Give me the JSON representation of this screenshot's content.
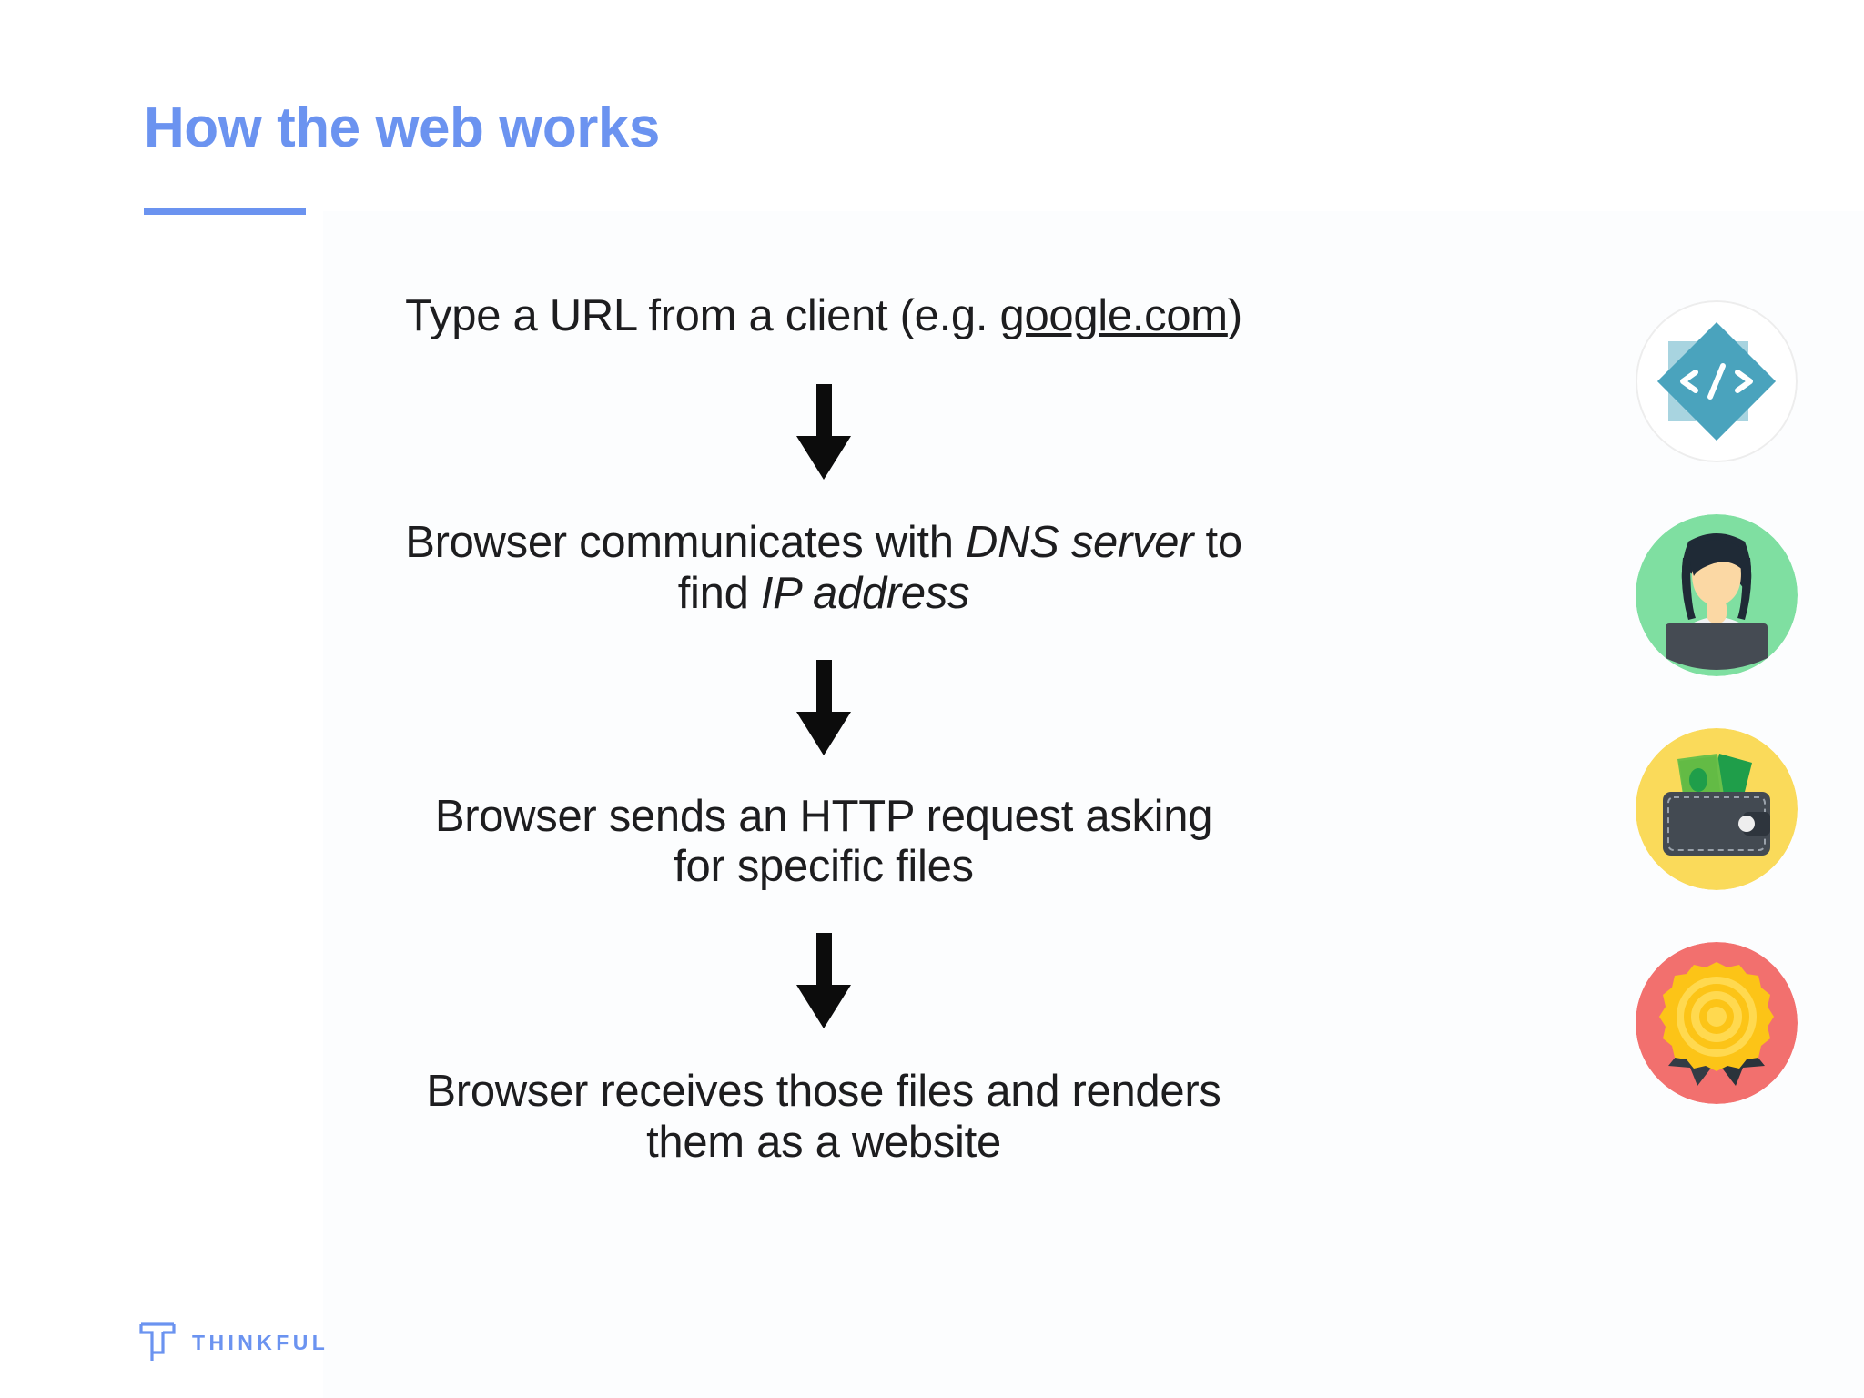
{
  "slide": {
    "title": "How the web works",
    "accent_color": "#6b93f0",
    "background_color": "#ffffff",
    "text_color": "#1d1d1f"
  },
  "flow": {
    "steps": [
      {
        "id": "step-type-url",
        "line1_pre": "Type a URL from a client (e.g. ",
        "line1_link": "google.com",
        "line1_post": ")",
        "line2": ""
      },
      {
        "id": "step-dns-lookup",
        "line1_pre": "Browser communicates with ",
        "line1_em": "DNS server",
        "line1_post": " to",
        "line2_pre": "find ",
        "line2_em": "IP address",
        "line2_post": ""
      },
      {
        "id": "step-http-request",
        "line1": "Browser sends an HTTP request asking",
        "line2": "for specific files"
      },
      {
        "id": "step-render",
        "line1": "Browser receives those files and renders",
        "line2": "them as a website"
      }
    ],
    "connector_icon": "down-arrow-icon"
  },
  "icons": [
    {
      "name": "code-brackets-icon",
      "label": "</>",
      "circle_color": "#ffffff",
      "border_color": "#ededed",
      "diamond_color": "#4aa3bd",
      "square_color": "#a8d4e0"
    },
    {
      "name": "person-at-laptop-icon",
      "circle_color": "#7fdfa1",
      "hair_color": "#1f2a36",
      "skin_color": "#fbd8a4",
      "laptop_color": "#454b53",
      "shirt_color": "#f0f2f4"
    },
    {
      "name": "wallet-with-money-icon",
      "circle_color": "#fada5a",
      "wallet_color": "#434a52",
      "wallet_dark": "#2e353d",
      "money_light": "#6bc04a",
      "money_dark": "#1f9e4a",
      "clasp_color": "#eeeeee"
    },
    {
      "name": "award-ribbon-icon",
      "circle_color": "#f2706e",
      "badge_color": "#fcc417",
      "badge_inner": "#ffd94f",
      "ribbon_color": "#333c45"
    }
  ],
  "brand": {
    "mark": "thinkful-t-logo",
    "wordmark": "THINKFUL",
    "color": "#6b93f0"
  }
}
